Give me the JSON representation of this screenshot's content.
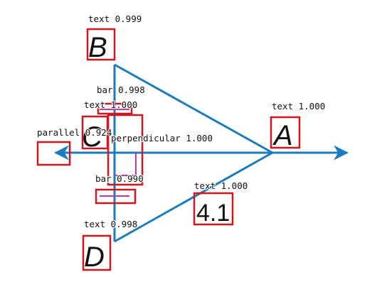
{
  "colors": {
    "line": "#1a7bbf",
    "box": "#d0161e",
    "mark": "#c23aa6",
    "text": "#111111"
  },
  "figure": {
    "points": {
      "a": "A",
      "b": "B",
      "c": "C",
      "d": "D"
    },
    "length_label": "4.1"
  },
  "detections": [
    {
      "label": "text 0.999"
    },
    {
      "label": "bar 0.998"
    },
    {
      "label": "text 1.000"
    },
    {
      "label": "parallel 0.924"
    },
    {
      "label": "perpendicular 1.000"
    },
    {
      "label": "bar 0.990"
    },
    {
      "label": "text 0.998"
    },
    {
      "label": "text 1.000"
    },
    {
      "label": "text 1.000"
    }
  ]
}
